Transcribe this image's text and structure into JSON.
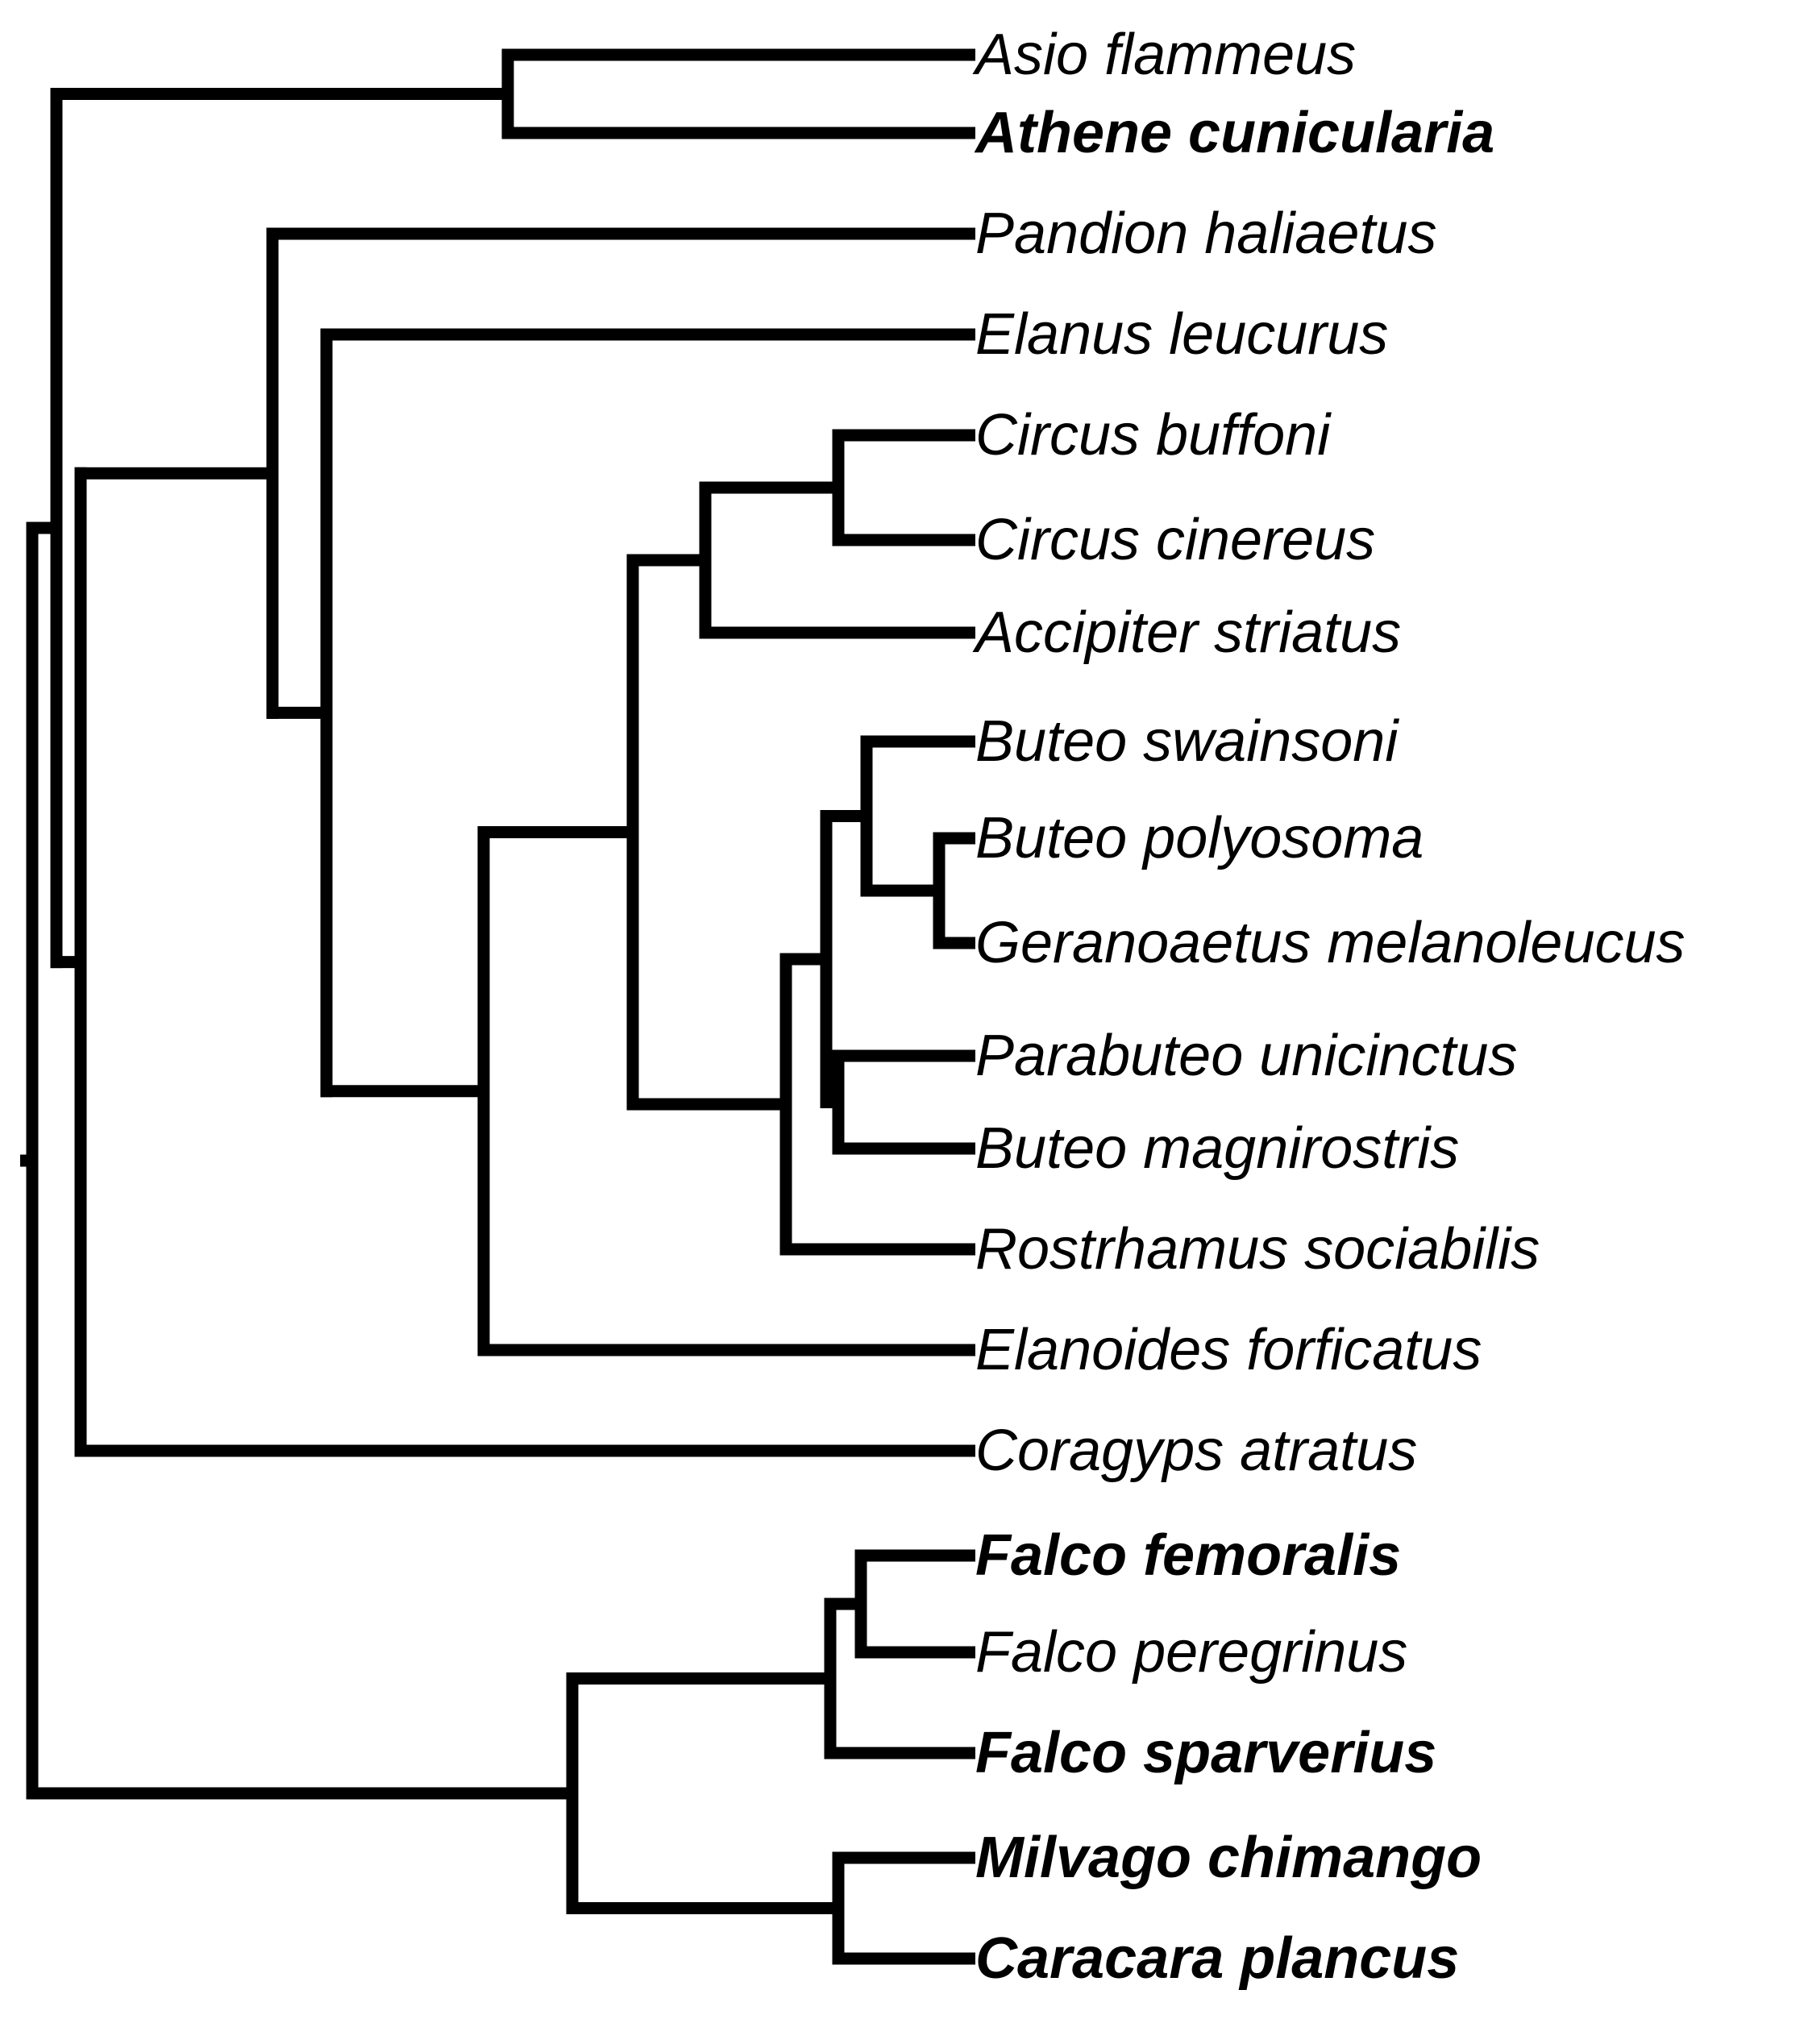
{
  "taxa": [
    {
      "name": "Asio flammeus",
      "bold": false
    },
    {
      "name": "Athene cunicularia",
      "bold": true
    },
    {
      "name": "Pandion haliaetus",
      "bold": false
    },
    {
      "name": "Elanus leucurus",
      "bold": false
    },
    {
      "name": "Circus buffoni",
      "bold": false
    },
    {
      "name": "Circus cinereus",
      "bold": false
    },
    {
      "name": "Accipiter striatus",
      "bold": false
    },
    {
      "name": "Buteo swainsoni",
      "bold": false
    },
    {
      "name": "Buteo polyosoma",
      "bold": false
    },
    {
      "name": "Geranoaetus melanoleucus",
      "bold": false
    },
    {
      "name": "Parabuteo unicinctus",
      "bold": false
    },
    {
      "name": "Buteo magnirostris",
      "bold": false
    },
    {
      "name": "Rostrhamus sociabilis",
      "bold": false
    },
    {
      "name": "Elanoides forficatus",
      "bold": false
    },
    {
      "name": "Coragyps atratus",
      "bold": false
    },
    {
      "name": "Falco femoralis",
      "bold": true
    },
    {
      "name": "Falco peregrinus",
      "bold": false
    },
    {
      "name": "Falco sparverius",
      "bold": true
    },
    {
      "name": "Milvago chimango",
      "bold": true
    },
    {
      "name": "Caracara plancus",
      "bold": true
    }
  ],
  "topology": "((Asio flammeus,Athene cunicularia),((Pandion haliaetus,(Elanus leucurus,((((Circus buffoni,Circus cinereus),Accipiter striatus),(((Buteo swainsoni,(Buteo polyosoma,Geranoaetus melanoleucus)),(Parabuteo unicinctus,Buteo magnirostris)),Rostrhamus sociabilis)),Elanoides forficatus))),Coragyps atratus),(((Falco femoralis,Falco peregrinus),Falco sparverius),(Milvago chimango,Caracara plancus)));",
  "colors": {
    "branch": "#000000",
    "label": "#000000",
    "background": "#ffffff"
  }
}
